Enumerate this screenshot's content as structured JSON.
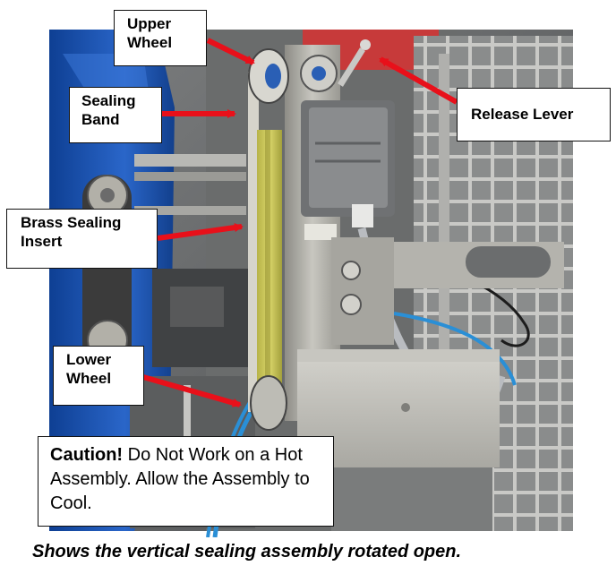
{
  "figure": {
    "labels": {
      "upper_wheel": "Upper\nWheel",
      "sealing_band": "Sealing\nBand",
      "brass_sealing_insert": "Brass Sealing\nInsert",
      "lower_wheel": "Lower\nWheel",
      "release_lever": "Release Lever"
    },
    "caution": {
      "heading": "Caution!",
      "body": " Do Not Work on a Hot Assembly. Allow the Assembly to Cool."
    },
    "caption": "Shows the vertical sealing assembly rotated open.",
    "colors": {
      "arrow": "#e8101a",
      "frame_blue": "#1f56b5",
      "steel": "#b9b9b3"
    }
  }
}
